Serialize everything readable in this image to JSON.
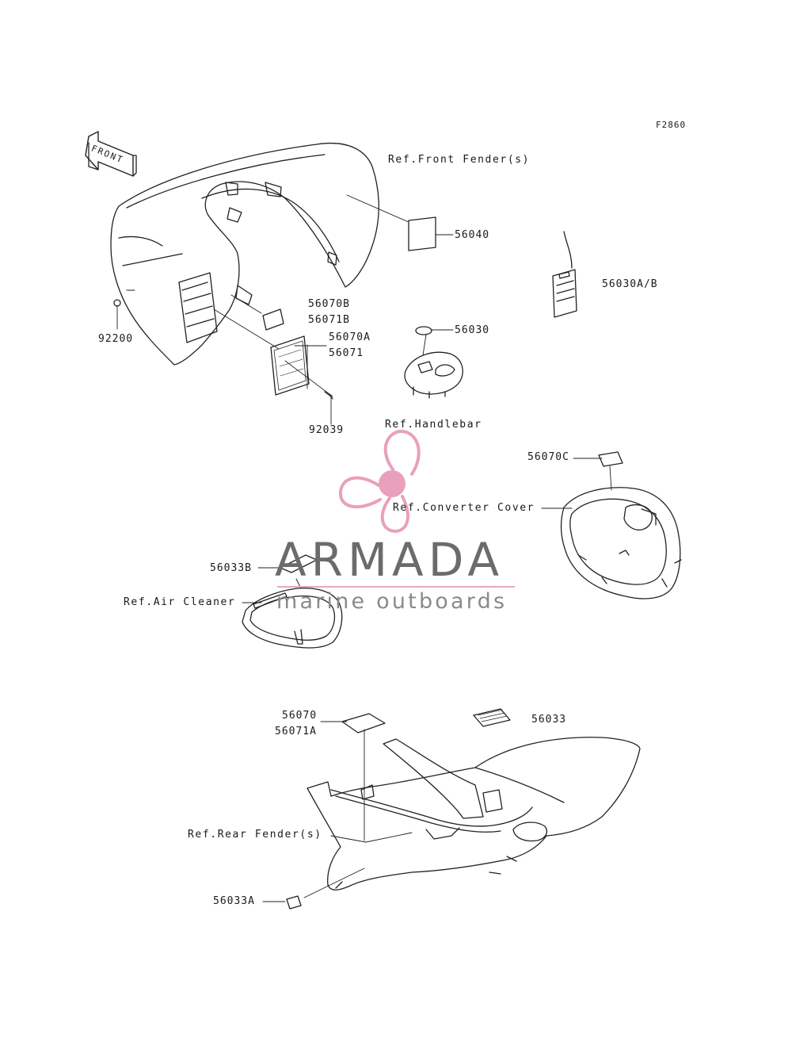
{
  "figure_id": "F2860",
  "front_arrow": "FRONT",
  "refs": {
    "front_fender": "Ref.Front Fender(s)",
    "handlebar": "Ref.Handlebar",
    "converter_cover": "Ref.Converter Cover",
    "air_cleaner": "Ref.Air Cleaner",
    "rear_fender": "Ref.Rear Fender(s)"
  },
  "parts": {
    "p56040": "56040",
    "p56030ab": "56030A/B",
    "p56070b": "56070B",
    "p56071b": "56071B",
    "p56070a": "56070A",
    "p56071": "56071",
    "p92200": "92200",
    "p56030": "56030",
    "p92039": "92039",
    "p56070c": "56070C",
    "p56033b": "56033B",
    "p56070": "56070",
    "p56071a": "56071A",
    "p56033": "56033",
    "p56033a": "56033A"
  },
  "watermark": {
    "title": "ARMADA",
    "subtitle": "marine outboards",
    "color": "#e8a0bd"
  }
}
